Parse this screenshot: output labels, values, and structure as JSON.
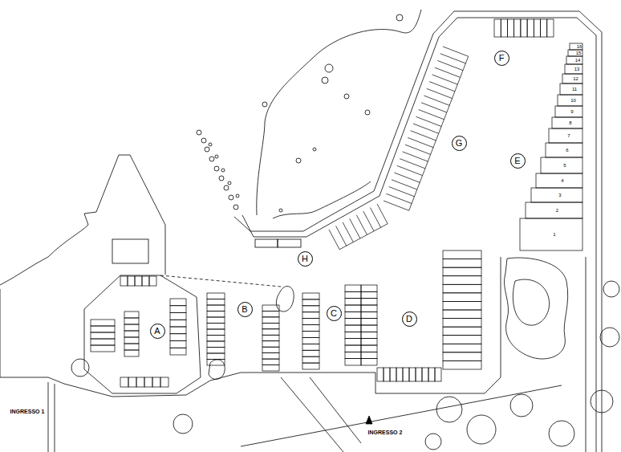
{
  "diagram": {
    "nodes": [
      {
        "text": [
          "F"
        ]
      },
      {
        "text": [
          "G"
        ]
      },
      {
        "text": [
          "E"
        ]
      },
      {
        "text": [
          "H"
        ]
      },
      {
        "text": [
          "B"
        ]
      },
      {
        "text": [
          "C"
        ]
      },
      {
        "text": [
          "D"
        ]
      },
      {
        "text": [
          "A"
        ]
      }
    ],
    "labels": [
      "1",
      "2",
      "3",
      "4",
      "5",
      "6",
      "7",
      "8",
      "9",
      "10",
      "11",
      "12",
      "13",
      "14",
      "15",
      "16",
      "INGRESSO 1",
      "INGRESSO 2"
    ]
  }
}
